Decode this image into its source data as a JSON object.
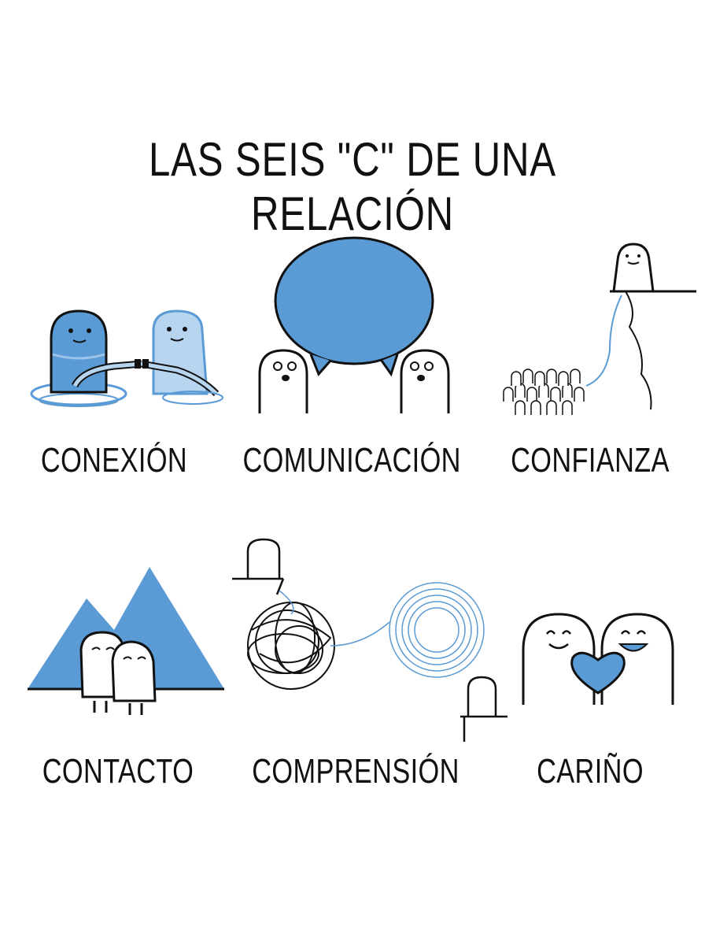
{
  "title": "LAS SEIS \"C\" DE UNA RELACIÓN",
  "items": [
    {
      "label": "CONEXIÓN",
      "icon": "hose-connection-icon"
    },
    {
      "label": "COMUNICACIÓN",
      "icon": "speech-bubble-icon"
    },
    {
      "label": "CONFIANZA",
      "icon": "cliff-crowd-icon"
    },
    {
      "label": "CONTACTO",
      "icon": "hug-mountain-icon"
    },
    {
      "label": "COMPRENSIÓN",
      "icon": "tangled-yarn-icon"
    },
    {
      "label": "CARIÑO",
      "icon": "heart-sharing-icon"
    }
  ],
  "colors": {
    "accent": "#5b9bd5",
    "ink": "#111111",
    "background": "#ffffff"
  }
}
